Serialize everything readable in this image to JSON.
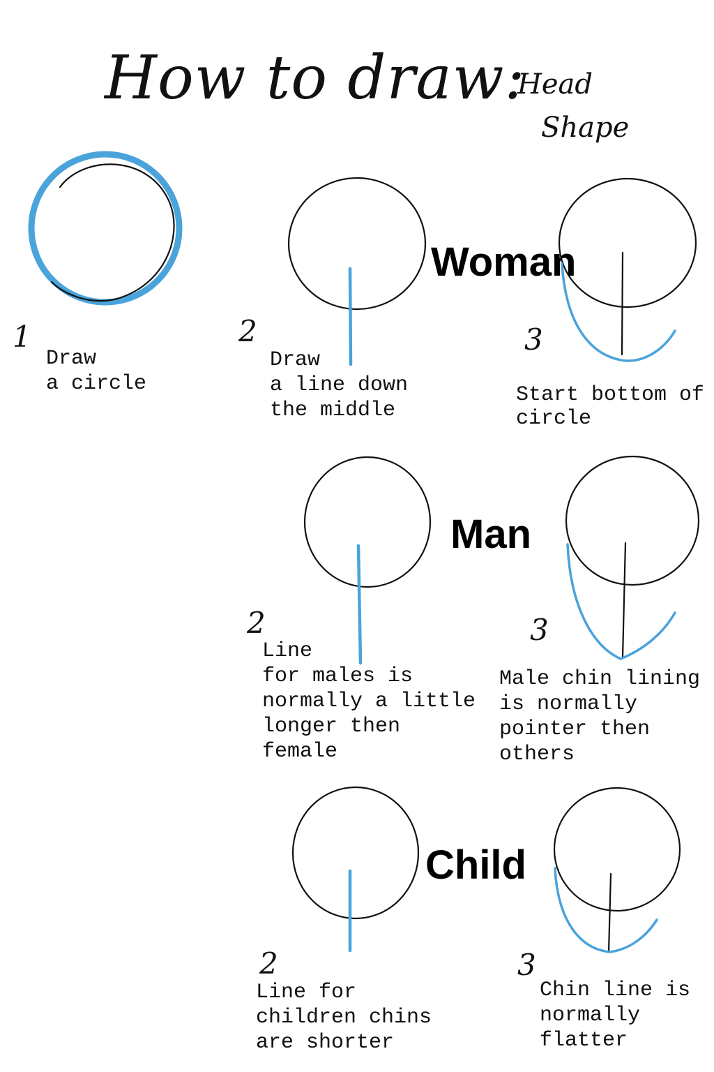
{
  "header": {
    "title": "How to draw:",
    "subtitle_line1": "Head",
    "subtitle_line2": "Shape"
  },
  "colors": {
    "ink": "#111111",
    "highlight_blue": "#4aa3db",
    "background": "#ffffff"
  },
  "step1": {
    "number": "1",
    "text": "Draw\na circle"
  },
  "woman": {
    "label": "Woman",
    "step2_number": "2",
    "step2_text": "Draw\na line down\nthe middle",
    "step3_number": "3",
    "step3_text": "Start bottom of\ncircle"
  },
  "man": {
    "label": "Man",
    "step2_number": "2",
    "step2_text": "Line\nfor males is\nnormally a little\nlonger then\nfemale",
    "step3_number": "3",
    "step3_text": "Male chin lining\n is normally\npointer then\nothers"
  },
  "child": {
    "label": "Child",
    "step2_number": "2",
    "step2_text": "Line for\nchildren chins\nare shorter",
    "step3_number": "3",
    "step3_text": "Chin line is\nnormally\nflatter"
  }
}
